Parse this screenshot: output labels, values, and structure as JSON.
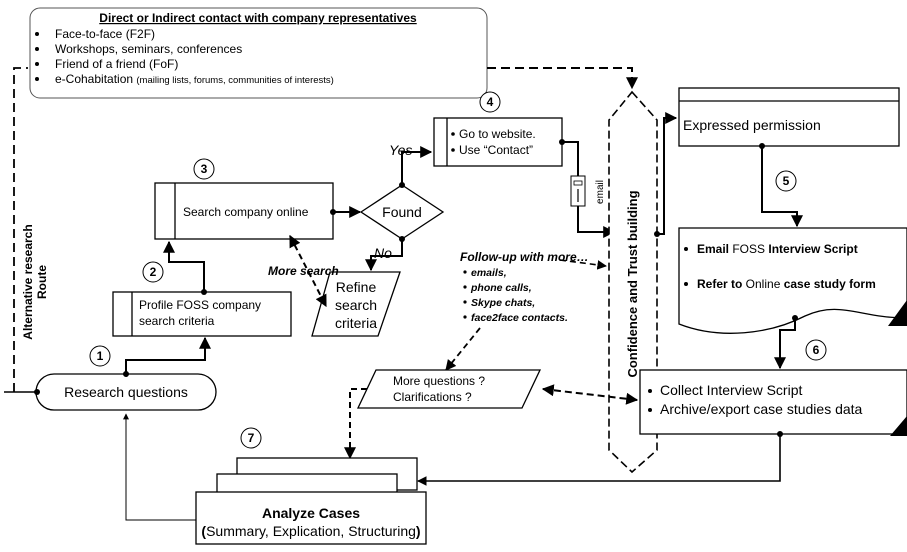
{
  "contact_box": {
    "title": "Direct or Indirect contact with company representatives",
    "items": [
      {
        "text": "Face-to-face (F2F)",
        "note": ""
      },
      {
        "text": "Workshops, seminars, conferences",
        "note": ""
      },
      {
        "text": "Friend of a friend (FoF)",
        "note": ""
      },
      {
        "text": "e-Cohabitation ",
        "note": "(mailing lists, forums, communities of interests)"
      }
    ]
  },
  "alt_route": {
    "line1": "Alternative research",
    "line2": "Route"
  },
  "steps": {
    "s1": "1",
    "s2": "2",
    "s3": "3",
    "s4": "4",
    "s5": "5",
    "s6": "6",
    "s7": "7"
  },
  "research_questions": "Research questions",
  "profile": {
    "line1": "Profile FOSS company",
    "line2": "search criteria"
  },
  "search_online": "Search company online",
  "found": "Found",
  "yes": "Yes",
  "no": "No",
  "refine": {
    "line1": "Refine",
    "line2": "search",
    "line3": "criteria"
  },
  "more_search": "More search",
  "website": {
    "line1": "Go to website.",
    "line2": "Use “Contact”"
  },
  "email_label": "email",
  "trust": "Confidence and Trust building",
  "permission": "Expressed permission",
  "email_doc": {
    "line1_b1": "Email",
    "line1_n": " FOSS ",
    "line1_b2": "Interview Script",
    "line2_b1": "Refer to",
    "line2_n": " Online ",
    "line2_b2": "case study form"
  },
  "followup": {
    "title": "Follow-up with more…",
    "items": [
      "emails,",
      "phone calls,",
      "Skype chats,",
      "face2face contacts."
    ]
  },
  "more_questions": {
    "line1": "More questions ?",
    "line2": "Clarifications ?"
  },
  "collect": {
    "item1": "Collect Interview Script",
    "item2": "Archive/export case studies data"
  },
  "analyze": {
    "title": "Analyze Cases",
    "sub_open": "(",
    "sub_text": "Summary, Explication, Structuring",
    "sub_close": ")"
  }
}
